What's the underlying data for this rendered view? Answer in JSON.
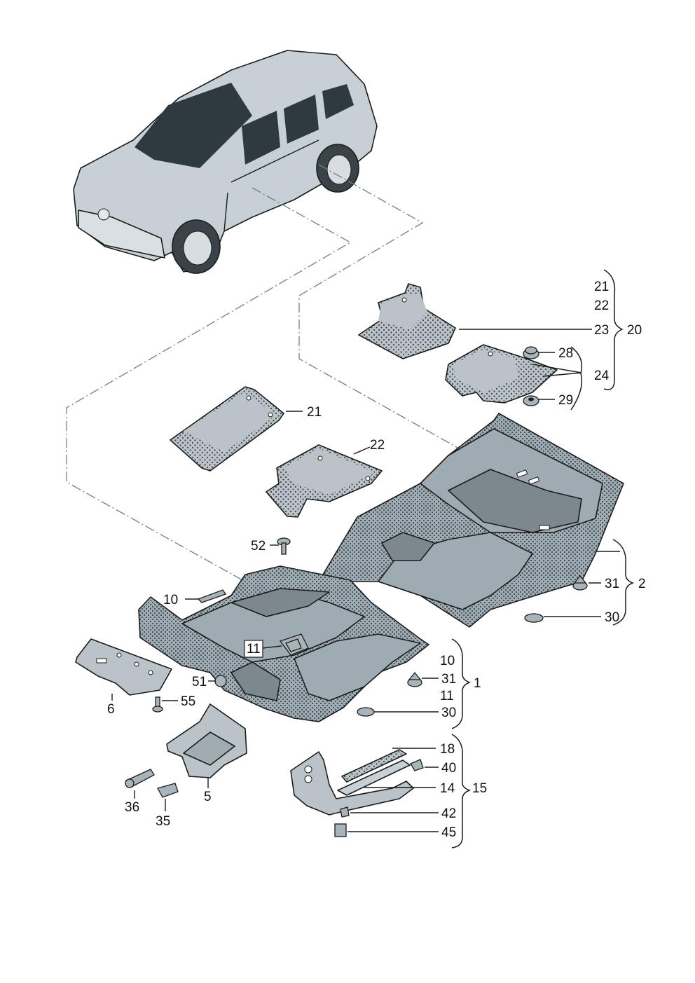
{
  "callouts": {
    "c21a": "21",
    "c22a": "22",
    "c23": "23",
    "c20": "20",
    "c28": "28",
    "c24": "24",
    "c29": "29",
    "c21b": "21",
    "c22b": "22",
    "c52": "52",
    "c10a": "10",
    "c31a": "31",
    "c2": "2",
    "c30a": "30",
    "c11a": "11",
    "c10b": "10",
    "c31b": "31",
    "c1": "1",
    "c11b": "11",
    "c51": "51",
    "c55": "55",
    "c6": "6",
    "c30b": "30",
    "c18": "18",
    "c40": "40",
    "c14": "14",
    "c15": "15",
    "c42": "42",
    "c45": "45",
    "c5": "5",
    "c36": "36",
    "c35": "35"
  },
  "colors": {
    "part_fill": "#b9c3c8",
    "carpet_fill": "#9fabb2",
    "line": "#1b1b1b",
    "guide_line": "#6f7f8a"
  }
}
